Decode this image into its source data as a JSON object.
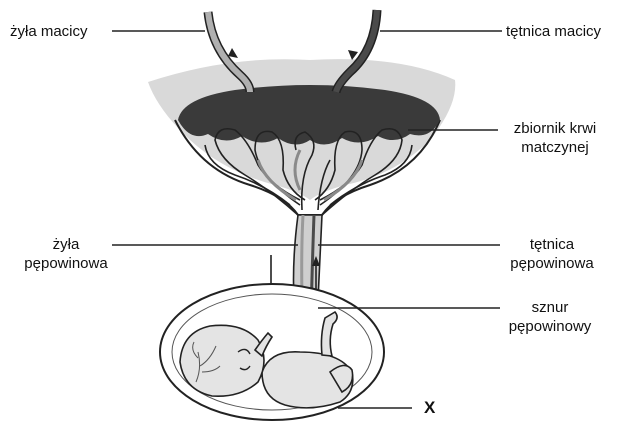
{
  "labels": {
    "zyla_macicy": "żyła macicy",
    "tetnica_macicy": "tętnica macicy",
    "zbiornik_line1": "zbiornik krwi",
    "zbiornik_line2": "matczynej",
    "zyla_pepowinowa_line1": "żyła",
    "zyla_pepowinowa_line2": "pępowinowa",
    "tetnica_pepowinowa_line1": "tętnica",
    "tetnica_pepowinowa_line2": "pępowinowa",
    "sznur_line1": "sznur",
    "sznur_line2": "pępowinowy",
    "x_mark": "X"
  },
  "colors": {
    "uterus_fill": "#d9d9d9",
    "reservoir_fill": "#3a3a3a",
    "vessel_dark": "#4a4a4a",
    "vessel_light": "#9a9a9a",
    "outline": "#222222"
  }
}
